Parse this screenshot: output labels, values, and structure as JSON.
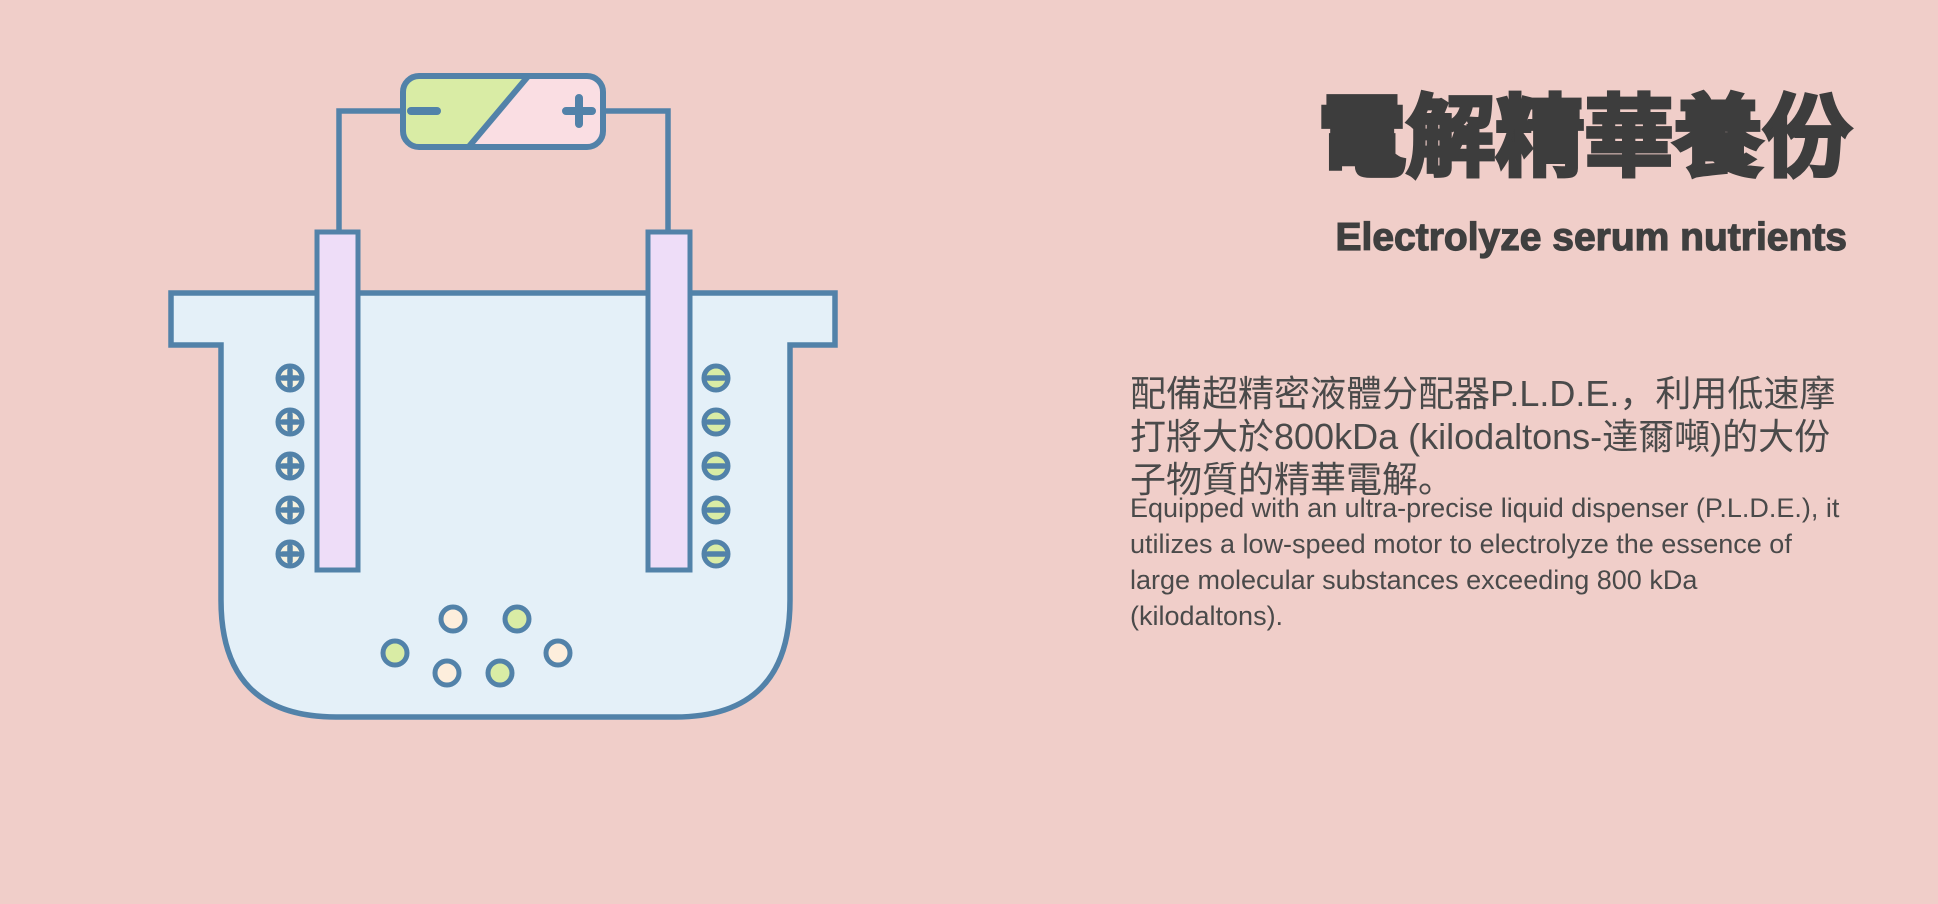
{
  "colors": {
    "background": "#f0cec9",
    "outline": "#5282a9",
    "liquid": "#e4f0f8",
    "electrode": "#eeddf8",
    "battery_green": "#d9eca5",
    "battery_pink": "#fadee3",
    "positive_ion_fill": "#f7f2df",
    "negative_ion_fill": "#d9eca5",
    "bubble_cream": "#fdeedc",
    "bubble_green": "#d9eca5",
    "title_text": "#3d3d3d",
    "body_text": "#4a4a4a"
  },
  "illustration": {
    "name": "electrolysis-beaker-diagram",
    "battery": {
      "minus_label": "−",
      "plus_label": "+"
    },
    "positive_ion_count": 5,
    "negative_ion_count": 5,
    "bubble_count": 6,
    "icons": {
      "battery-minus-icon": "−",
      "battery-plus-icon": "+",
      "positive-ion-icon": "⊕",
      "negative-ion-icon": "⊖",
      "bubble-icon": "○"
    }
  },
  "content": {
    "title_zh": "電解精華養份",
    "subtitle_en": "Electrolyze serum nutrients",
    "body_zh": "配備超精密液體分配器P.L.D.E.，利用低速摩\n打將大於800kDa (kilodaltons-達爾噸)的大份\n子物質的精華電解。",
    "body_en": "Equipped with an ultra-precise liquid dispenser (P.L.D.E.), it\nutilizes a low-speed motor to electrolyze the essence of\nlarge molecular substances exceeding 800 kDa\n(kilodaltons)."
  }
}
